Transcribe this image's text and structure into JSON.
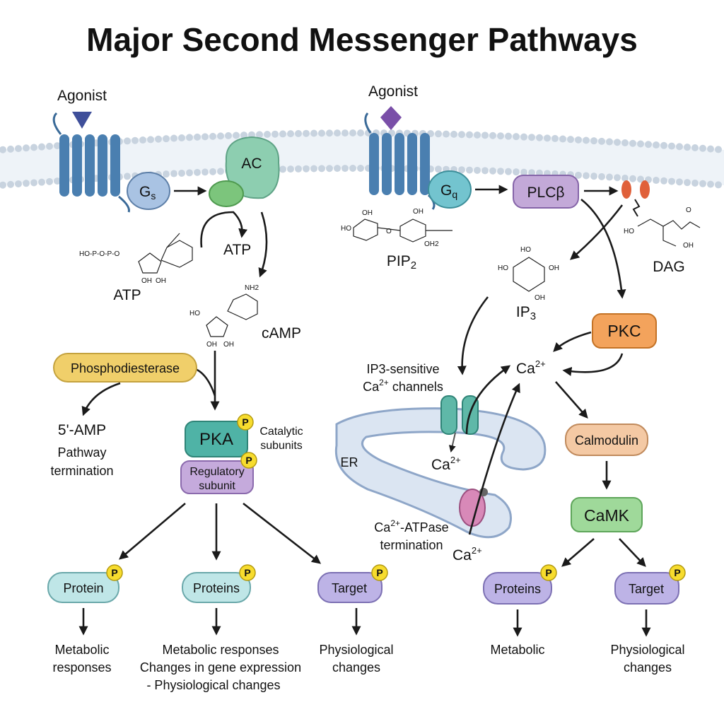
{
  "title": "Major Second Messenger Pathways",
  "left": {
    "agonist": "Agonist",
    "gs": "G",
    "gs_sub": "s",
    "ac": "AC",
    "atp_arrow": "ATP",
    "atp_struct": "ATP",
    "camp": "cAMP",
    "phosphodiesterase": "Phosphodiesterase",
    "amp": "5'-AMP",
    "termination_1": "Pathway",
    "termination_2": "termination",
    "pka": "PKA",
    "catalytic_1": "Catalytic",
    "catalytic_2": "subunits",
    "regulatory_1": "Regulatory",
    "regulatory_2": "subunit",
    "protein": "Protein",
    "proteins": "Proteins",
    "target": "Target",
    "out1_1": "Metabolic",
    "out1_2": "responses",
    "out2_1": "Metabolic responses",
    "out2_2": "Changes in gene expression",
    "out2_3": "- Physiological changes",
    "out3_1": "Physiological",
    "out3_2": "changes"
  },
  "right": {
    "agonist": "Agonist",
    "gq": "G",
    "gq_sub": "q",
    "plc": "PLCβ",
    "pip2": "PIP",
    "pip2_sub": "2",
    "dag": "DAG",
    "ip3": "IP",
    "ip3_sub": "3",
    "pkc": "PKC",
    "ca": "Ca",
    "ca_sup": "2+",
    "ip3_channels_1": "IP3-sensitive",
    "ip3_channels_2": "Ca",
    "ip3_channels_3": " channels",
    "er": "ER",
    "ca_atpase_1": "Ca",
    "ca_atpase_2": "-ATPase",
    "ca_atpase_3": "termination",
    "calmodulin": "Calmodulin",
    "camk": "CaMK",
    "proteins": "Proteins",
    "target": "Target",
    "out1": "Metabolic",
    "out2_1": "Physiological",
    "out2_2": "changes"
  },
  "badge": "P",
  "chem": {
    "ho": "HO",
    "oh": "OH",
    "nh2": "NH2",
    "n": "N",
    "o": "O",
    "p": "P",
    "phos_chain": "HO-P-O-P-O",
    "o_h2": "OH2"
  },
  "colors": {
    "membrane_head": "#c8d3df",
    "membrane_band": "#eef3f8",
    "receptor": "#4a7fb0",
    "gs": "#a9c3e3",
    "ac": "#8dceb0",
    "ac_sub": "#7cc57c",
    "gq": "#73c4cf",
    "plc": "#c3a9d8",
    "phosphodiesterase": "#f0cf6a",
    "pka": "#4fb3a6",
    "regulatory": "#c5aadc",
    "protein_teal": "#bfe6e7",
    "target_purple": "#bdb3e6",
    "pkc": "#f3a35c",
    "calmodulin": "#f4c9a4",
    "camk": "#9fd99a",
    "badge": "#f7dc2e",
    "er": "#dbe5f2",
    "channel": "#5fb8a8",
    "atpase": "#d889b8"
  }
}
